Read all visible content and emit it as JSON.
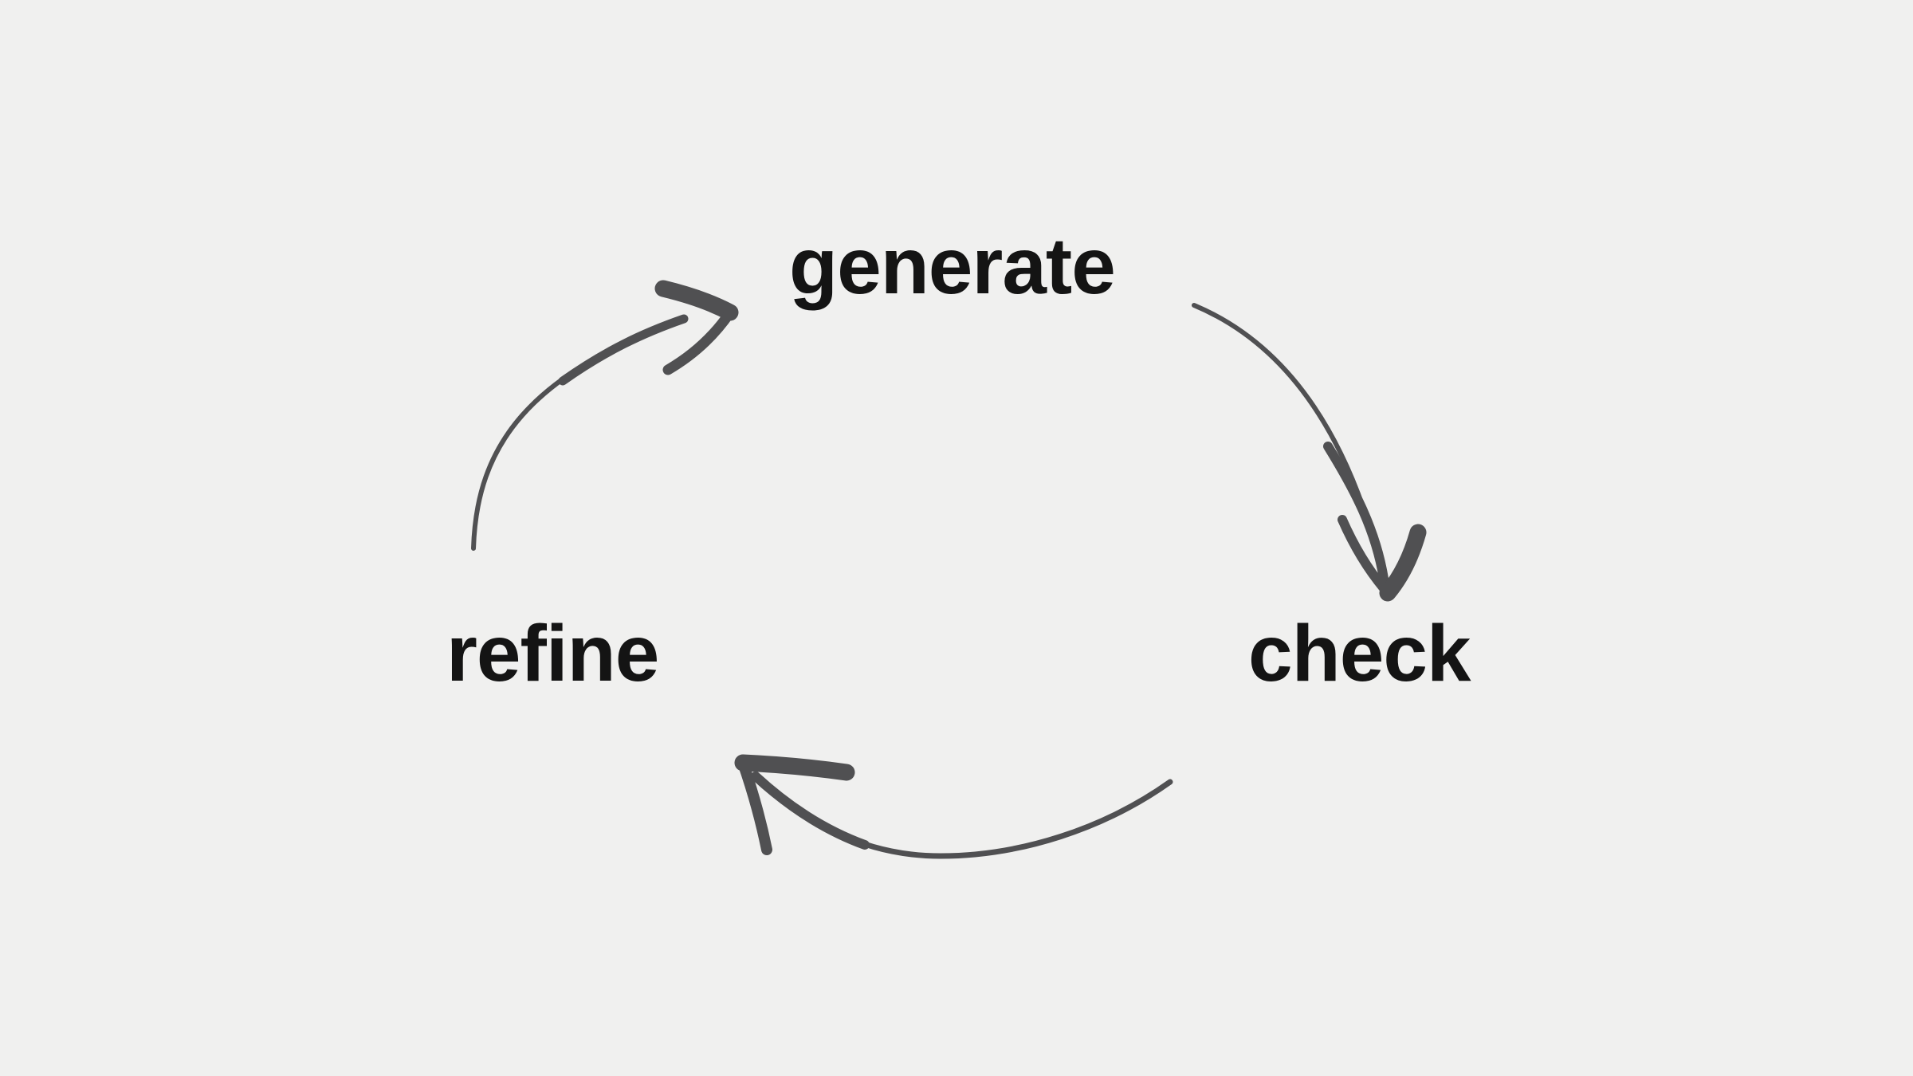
{
  "diagram": {
    "type": "cycle",
    "nodes": [
      {
        "id": "generate",
        "label": "generate",
        "position": "top"
      },
      {
        "id": "check",
        "label": "check",
        "position": "right"
      },
      {
        "id": "refine",
        "label": "refine",
        "position": "left"
      }
    ],
    "edges": [
      {
        "from": "generate",
        "to": "check",
        "style": "hand-drawn-curved-arrow"
      },
      {
        "from": "check",
        "to": "refine",
        "style": "hand-drawn-curved-arrow"
      },
      {
        "from": "refine",
        "to": "generate",
        "style": "hand-drawn-curved-arrow"
      }
    ],
    "colors": {
      "background": "#f0f0ef",
      "label_text": "#141414",
      "arrow": "#505052"
    }
  }
}
